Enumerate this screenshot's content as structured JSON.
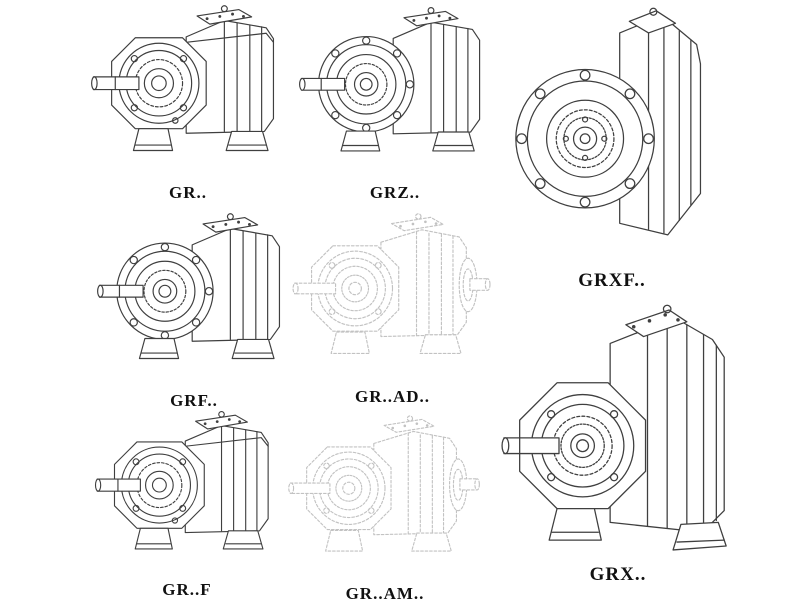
{
  "figures": [
    {
      "id": "gr",
      "label": "GR.."
    },
    {
      "id": "grz",
      "label": "GRZ.."
    },
    {
      "id": "grxf",
      "label": "GRXF.."
    },
    {
      "id": "grf",
      "label": "GRF.."
    },
    {
      "id": "gr-ad",
      "label": "GR..AD.."
    },
    {
      "id": "grx",
      "label": "GRX.."
    },
    {
      "id": "gr-f",
      "label": "GR..F"
    },
    {
      "id": "gr-am",
      "label": "GR..AM.."
    }
  ],
  "drawing": {
    "line_color": "#3f3f3f",
    "faded_line_color": "#c2c2c2",
    "label_color": "#111111",
    "background": "#ffffff"
  }
}
